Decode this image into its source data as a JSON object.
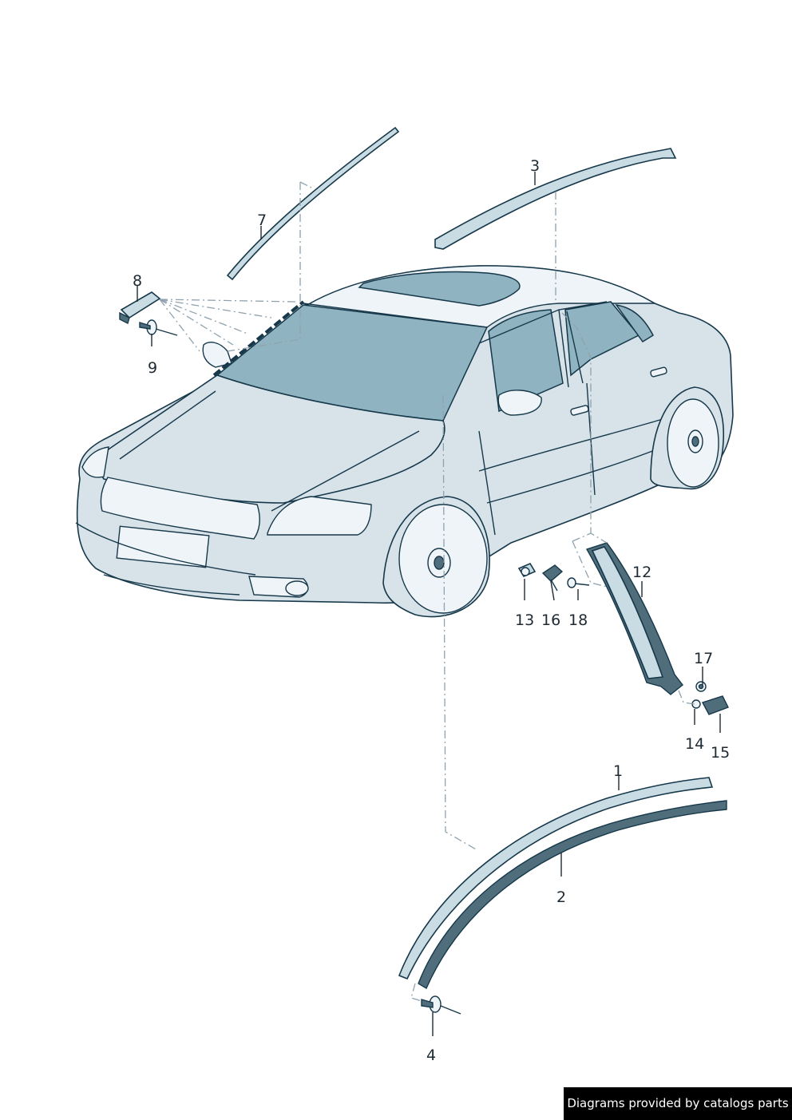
{
  "callouts": {
    "c1": "1",
    "c2": "2",
    "c3": "3",
    "c4": "4",
    "c7": "7",
    "c8": "8",
    "c9": "9",
    "c12": "12",
    "c13": "13",
    "c14": "14",
    "c15": "15",
    "c16": "16",
    "c17": "17",
    "c18": "18"
  },
  "credit": "Diagrams provided by catalogs parts",
  "colors": {
    "body": "#d7e3e9",
    "glass": "#8fb3c0",
    "outline": "#16384a",
    "credit_bg": "#000000"
  }
}
